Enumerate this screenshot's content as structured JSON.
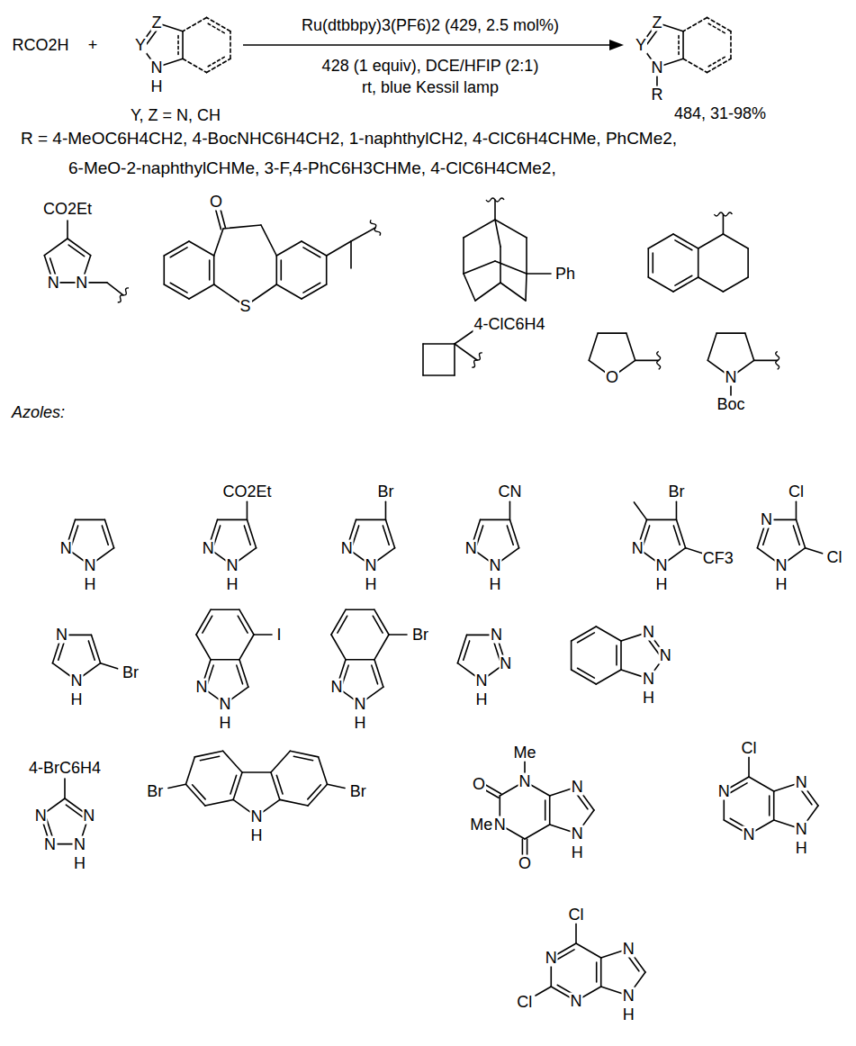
{
  "diagram": {
    "labels": [
      "RCO2H",
      "+",
      "Z",
      "Y",
      "N",
      "H",
      "Y, Z = N, CH",
      "Ru(dtbbpy)3(PF6)2 (429, 2.5 mol%)",
      "428 (1 equiv), DCE/HFIP (2:1)",
      "rt, blue Kessil lamp",
      "Z",
      "Y",
      "N",
      "R",
      "484, 31-98%",
      "R = 4-MeOC6H4CH2, 4-BocNHC6H4CH2, 1-naphthylCH2, 4-ClC6H4CHMe, PhCMe2,",
      "6-MeO-2-naphthylCHMe, 3-F,4-PhC6H3CHMe, 4-ClC6H4CMe2,",
      "CO2Et",
      "N",
      "N",
      "O",
      "S",
      "Ph",
      "4-ClC6H4",
      "O",
      "N",
      "Boc",
      "Azoles:",
      "N",
      "N",
      "H",
      "CO2Et",
      "N",
      "N",
      "H",
      "Br",
      "N",
      "N",
      "H",
      "CN",
      "N",
      "N",
      "H",
      "Br",
      "N",
      "N",
      "H",
      "CF3",
      "Cl",
      "N",
      "N",
      "H",
      "Cl",
      "N",
      "N",
      "H",
      "Br",
      "I",
      "N",
      "N",
      "H",
      "Br",
      "N",
      "N",
      "H",
      "N",
      "N",
      "N",
      "H",
      "N",
      "N",
      "N",
      "H",
      "4-BrC6H4",
      "N",
      "N",
      "N",
      "N",
      "H",
      "Br",
      "N",
      "H",
      "Br",
      "Me",
      "O",
      "N",
      "N",
      "Me",
      "N",
      "N",
      "H",
      "O",
      "Cl",
      "N",
      "N",
      "N",
      "N",
      "H",
      "Cl",
      "N",
      "N",
      "N",
      "N",
      "H",
      "Cl"
    ]
  }
}
